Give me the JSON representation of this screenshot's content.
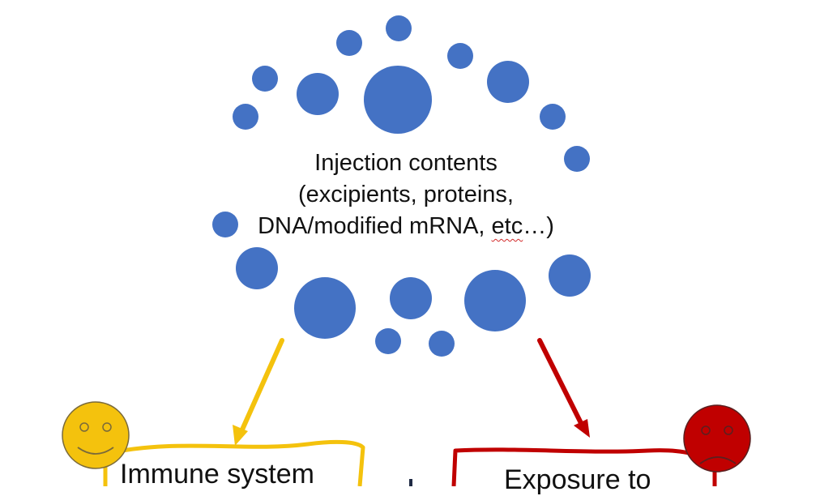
{
  "diagram": {
    "center": {
      "line1": "Injection contents",
      "line2": "(excipients, proteins,",
      "line3_prefix": "DNA/modified mRNA, ",
      "line3_spellcheck": "etc",
      "line3_suffix": "…)"
    },
    "left_box": {
      "label": "Immune system",
      "face": "smiley-face",
      "color": "#f4c20d"
    },
    "right_box": {
      "label": "Exposure to",
      "face": "frowny-face",
      "color": "#c00000"
    },
    "particle_color": "#4472c4",
    "middle_mark": "."
  }
}
